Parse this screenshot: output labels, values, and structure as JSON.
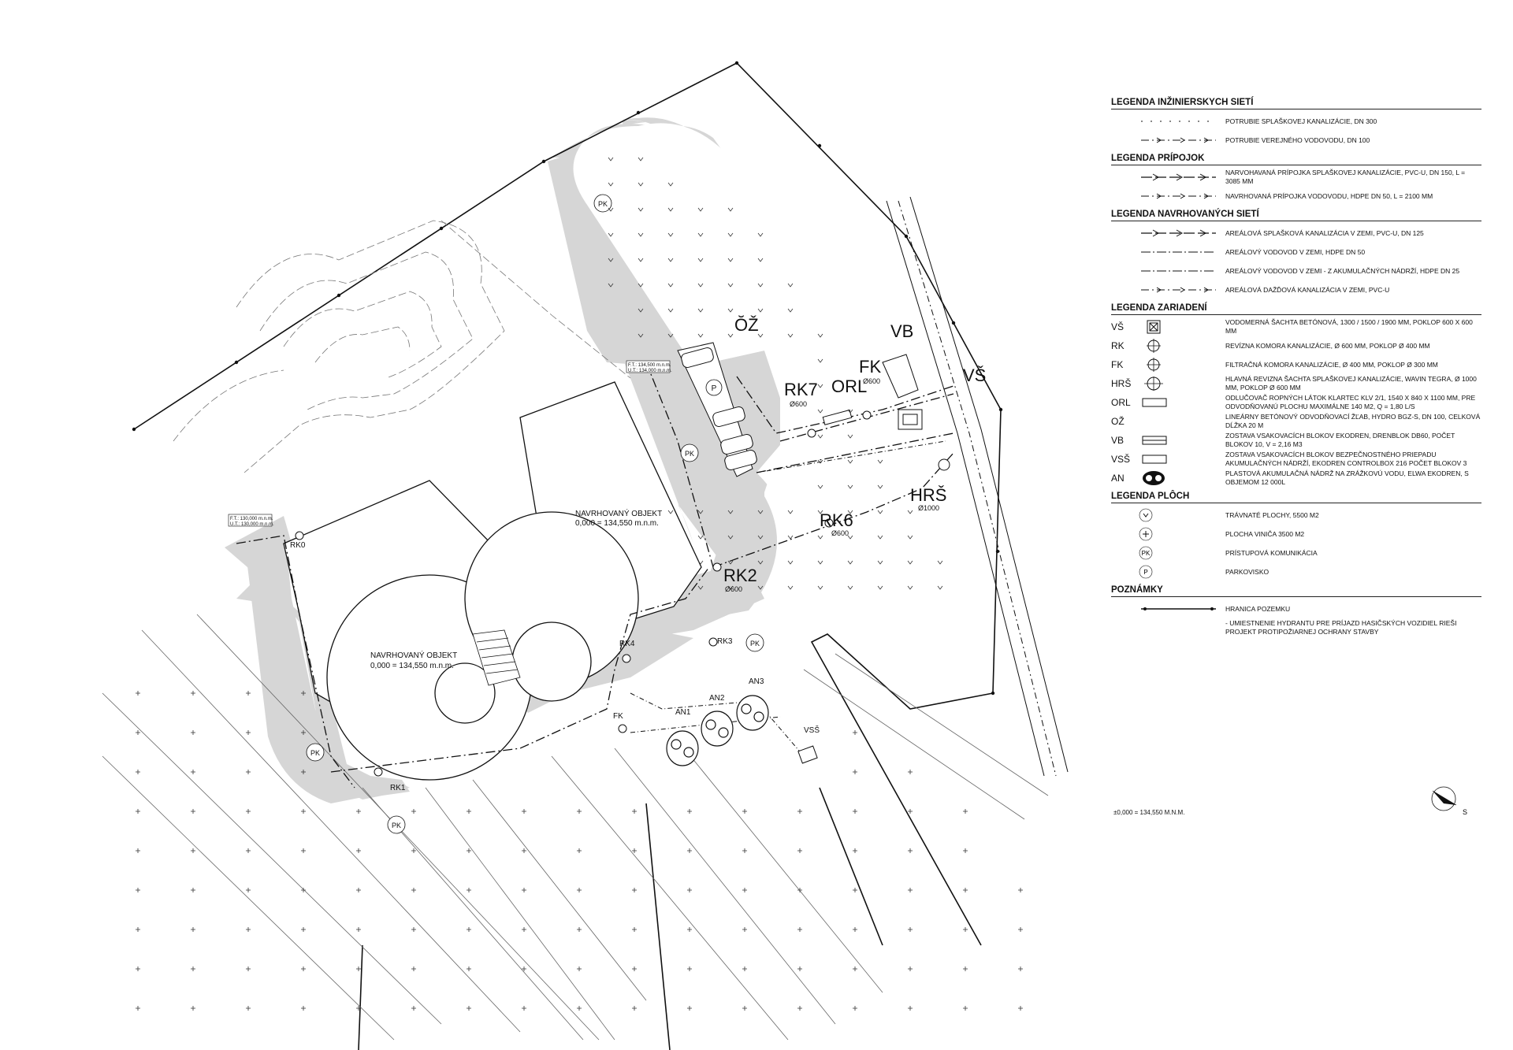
{
  "plan": {
    "big_labels": {
      "oz": "ŎŽ",
      "vb": "VB",
      "fk": "FK",
      "fk_dim": "Ø600",
      "orl": "ORL",
      "rk7": "RK7",
      "rk7_dim": "Ø600",
      "vs": "VŠ",
      "hrs": "HRŠ",
      "hrs_dim": "Ø1000",
      "rk6": "RK6",
      "rk6_dim": "Ø600",
      "rk2": "RK2",
      "rk2_dim": "Ø600",
      "vss": "VSŠ"
    },
    "small_labels": {
      "rk0": "RK0",
      "rk1": "RK1",
      "rk3": "RK3",
      "rk4": "RK4",
      "fk2": "FK",
      "an1": "AN1",
      "an2": "AN2",
      "an3": "AN3",
      "p": "P"
    },
    "buildings": {
      "b1_name": "NAVRHOVANÝ OBJEKT",
      "b1_level": "0,000 = 134,550 m.n.m.",
      "b2_name": "NAVRHOVANÝ OBJEKT",
      "b2_level": "0,000 = 134,550 m.n.m."
    },
    "pk": "PK",
    "levels": {
      "ft1": "F.T.: 134,500 m.n.m.",
      "ut1": "U.T.: 134,000 m.n.m.",
      "ft2": "F.T.: 130,000 m.n.m.",
      "ut2": "U.T.: 130,000 m.n.m."
    }
  },
  "legend": {
    "sections": [
      {
        "title": "LEGENDA INŽINIERSKYCH SIETÍ",
        "items": [
          {
            "code": "",
            "sym": "dot-line",
            "text": "POTRUBIE SPLAŠKOVEJ KANALIZÁCIE, DN 300"
          },
          {
            "code": "",
            "sym": "dash-arrow",
            "text": "POTRUBIE VEREJNÉHO VODOVODU, DN 100"
          }
        ]
      },
      {
        "title": "LEGENDA PRÍPOJOK",
        "items": [
          {
            "code": "",
            "sym": "arrow-line",
            "text": "NARVOHAVANÁ PRÍPOJKA SPLAŠKOVEJ KANALIZÁCIE, PVC-U, DN 150, L = 3085 mm"
          },
          {
            "code": "",
            "sym": "dash-arrow",
            "text": "NAVRHOVANÁ PRÍPOJKA VODOVODU, HDPE DN 50, L = 2100 mm"
          }
        ]
      },
      {
        "title": "LEGENDA NAVRHOVANÝCH SIETÍ",
        "items": [
          {
            "code": "",
            "sym": "arrow-line",
            "text": "AREÁLOVÁ SPLAŠKOVÁ KANALIZÁCIA V ZEMI, PVC-U, DN 125"
          },
          {
            "code": "",
            "sym": "dashdot",
            "text": "AREÁLOVÝ VODOVOD V ZEMI, HDPE DN 50"
          },
          {
            "code": "",
            "sym": "dashdot",
            "text": "AREÁLOVÝ VODOVOD V ZEMI - Z AKUMULAČNÝCH NÁDRŽÍ, HDPE DN 25"
          },
          {
            "code": "",
            "sym": "dash-arrow",
            "text": "AREÁLOVÁ DAŽĎOVÁ KANALIZÁCIA V ZEMI, PVC-U"
          }
        ]
      },
      {
        "title": "LEGENDA ZARIADENÍ",
        "items": [
          {
            "code": "VŠ",
            "sym": "box-x",
            "text": "VODOMERNÁ ŠACHTA BETÓNOVÁ, 1300 / 1500 / 1900 mm, POKLOP 600 x 600 mm"
          },
          {
            "code": "RK",
            "sym": "circle-cross",
            "text": "REVÍZNA KOMORA KANALIZÁCIE, Ø 600 mm, POKLOP Ø 400 mm"
          },
          {
            "code": "FK",
            "sym": "circle-cross",
            "text": "FILTRAČNÁ KOMORA KANALIZÁCIE, Ø 400 mm, POKLOP Ø 300 mm"
          },
          {
            "code": "HRŠ",
            "sym": "circle-cross-big",
            "text": "HLAVNÁ REVIZNA ŠACHTA SPLAŠKOVEJ KANALIZÁCIE, Wavin Tegra, Ø 1000 mm, POKLOP Ø 600 mm"
          },
          {
            "code": "ORL",
            "sym": "rect",
            "text": "ODLUČOVAČ ROPNÝCH LÁTOK KLARTEC KLv 2/1, 1540 x 840 x 1100 mm, PRE ODVODŇOVANÚ PLOCHU MAXIMÁLNE 140 m2, Q = 1,80 l/s"
          },
          {
            "code": "OŽ",
            "sym": "none",
            "text": "LINEÁRNY BETÓNOVÝ ODVODŇOVACÍ ŽĽAB, HYDRO BGZ-S, DN 100, CELKOVÁ DĹŽKA 20 m"
          },
          {
            "code": "VB",
            "sym": "rect-lines",
            "text": "ZOSTAVA VSAKOVACÍCH BLOKOV EKODREN, DRENBLOK DB60, POČET BLOKOV 10, V = 2,16 m3"
          },
          {
            "code": "VSŠ",
            "sym": "rect",
            "text": "ZOSTAVA VSAKOVACÍCH BLOKOV BEZPEČNOSTNÉHO PRIEPADU AKUMULAČNÝCH NÁDRŽÍ, EKODREN CONTROLBOX 216 POČET BLOKOV 3"
          },
          {
            "code": "AN",
            "sym": "tank",
            "text": "PLASTOVÁ AKUMULAČNÁ NÁDRŽ NA ZRÁŽKOVÚ VODU, ELWA EKODREN, S OBJEMOM 12 000l"
          }
        ]
      },
      {
        "title": "LEGENDA PLÔCH",
        "items": [
          {
            "code": "",
            "sym": "c-grass",
            "text": "TRÁVNATÉ PLOCHY, 5500 m2"
          },
          {
            "code": "",
            "sym": "c-plus",
            "text": "PLOCHA VINIČA 3500 m2"
          },
          {
            "code": "",
            "sym": "c-pk",
            "text": "PRÍSTUPOVÁ KOMUNIKÁCIA"
          },
          {
            "code": "",
            "sym": "c-p",
            "text": "PARKOVISKO"
          }
        ]
      },
      {
        "title": "POZNÁMKY",
        "items": [
          {
            "code": "",
            "sym": "boundary",
            "text": "HRANICA POZEMKU"
          },
          {
            "code": "",
            "sym": "none",
            "text": "- UMIESTNENIE HYDRANTU PRE PRÍJAZD HASIČSKÝCH VOZIDIEL RIEŠI PROJEKT PROTIPOŽIARNEJ OCHRANY STAVBY"
          }
        ]
      }
    ],
    "pk_text": "PK",
    "p_text": "P"
  },
  "datum": "±0,000 = 134,550 M.N.M.",
  "north_label": "S"
}
